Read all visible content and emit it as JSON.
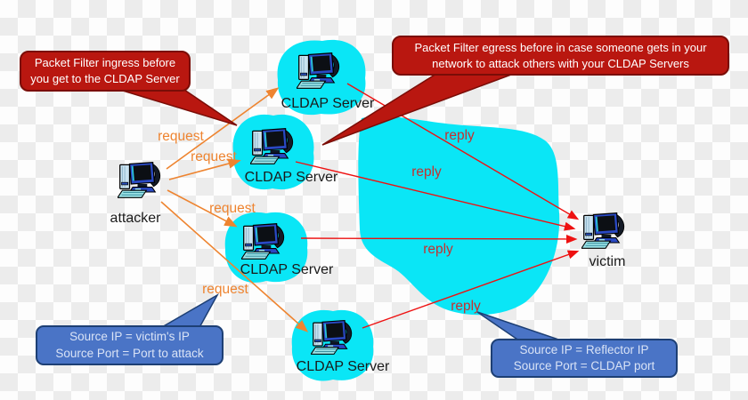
{
  "background": {
    "checker_light": "#fdfdfd",
    "checker_dark": "#ececec"
  },
  "colors": {
    "callout_red_fill": "#b91710",
    "callout_red_border": "#7a0d07",
    "callout_blue_fill": "#4a74c6",
    "callout_blue_border": "#1d3f74",
    "callout_blue_text": "#d9e3f6",
    "server_blob_cyan": "#0ae6f6",
    "network_cloud_cyan": "#0ae6f6",
    "request_orange": "#ee8430",
    "reply_line_red": "#ee1111",
    "reply_label_red": "#c53030",
    "node_label_black": "#1a1a1a"
  },
  "nodes": {
    "attacker": {
      "label": "attacker"
    },
    "victim": {
      "label": "victim"
    },
    "servers": [
      {
        "label": "CLDAP Server"
      },
      {
        "label": "CLDAP Server"
      },
      {
        "label": "CLDAP Server"
      },
      {
        "label": "CLDAP Server"
      }
    ]
  },
  "edges": {
    "requests": [
      {
        "label": "request"
      },
      {
        "label": "request"
      },
      {
        "label": "request"
      },
      {
        "label": "request"
      }
    ],
    "replies": [
      {
        "label": "reply"
      },
      {
        "label": "reply"
      },
      {
        "label": "reply"
      },
      {
        "label": "reply"
      }
    ]
  },
  "callouts": {
    "ingress": {
      "text": "Packet Filter ingress before you get to the CLDAP Server"
    },
    "egress": {
      "text": "Packet Filter egress before in case someone gets in your network to attack others with your CLDAP Servers"
    },
    "spoofed_request": {
      "line1": "Source IP = victim's IP",
      "line2": "Source Port = Port to attack"
    },
    "reflected_reply": {
      "line1": "Source IP = Reflector IP",
      "line2": "Source Port = CLDAP port"
    }
  }
}
